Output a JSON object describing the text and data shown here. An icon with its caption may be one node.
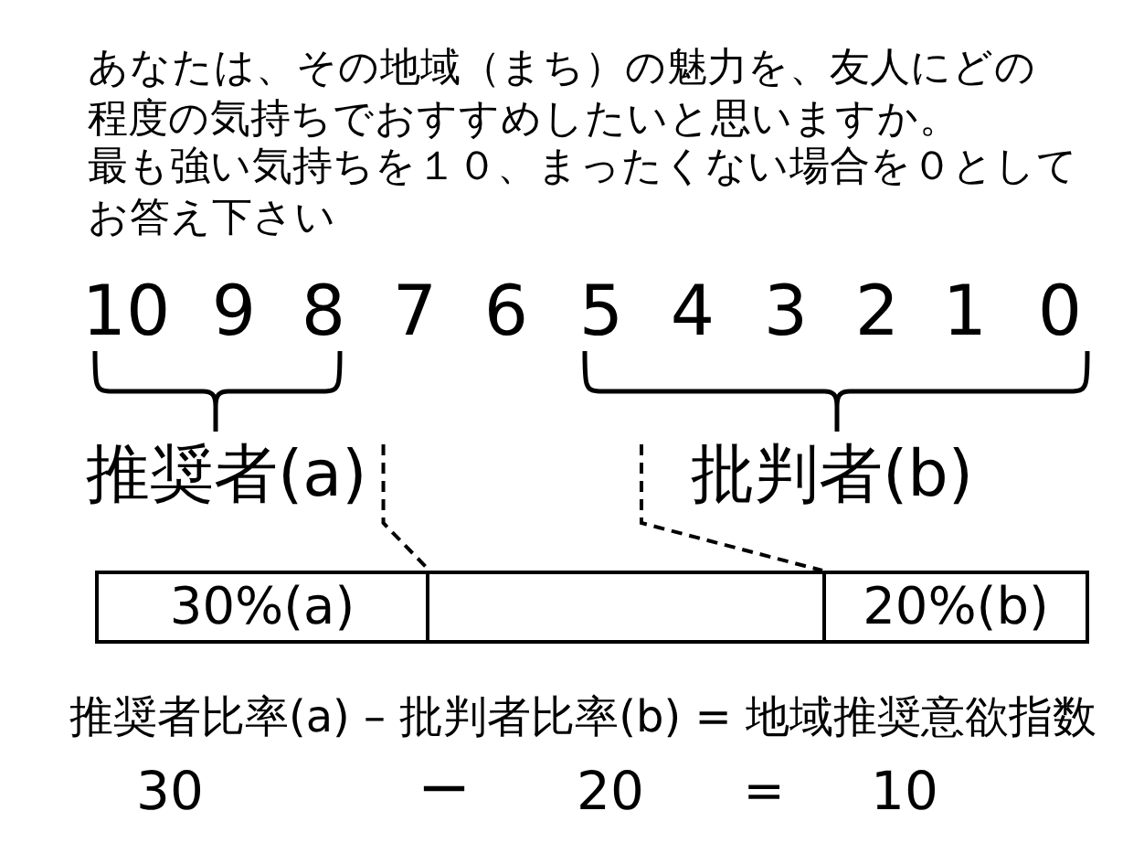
{
  "diagram": {
    "nodes": [
      {
        "text": [
          "推奨者(a)"
        ]
      },
      {
        "text": [
          "批判者(b)"
        ]
      },
      {
        "text": [
          "30%(a)"
        ]
      },
      {
        "text": [],
        "shape": "box"
      },
      {
        "text": [
          "20%(b)"
        ]
      }
    ],
    "edges": [
      {
        "from": 0,
        "to": 2,
        "arrow": "none",
        "style": "dashed"
      },
      {
        "from": 1,
        "to": 4,
        "arrow": "none",
        "style": "dashed"
      }
    ],
    "labels": [
      "あなたは、その地域（まち）の魅力を、友人にどの程度の気持ちでおすすめしたいと思いますか。",
      "最も強い気持ちを１０、まったくない場合を０としてお答え下さい",
      "10",
      "9",
      "8",
      "7",
      "6",
      "5",
      "4",
      "3",
      "2",
      "1",
      "0",
      "推奨者比率(a) – 批判者比率(b) = 地域推奨意欲指数",
      "30",
      "ー",
      "20",
      "=",
      "10"
    ]
  }
}
